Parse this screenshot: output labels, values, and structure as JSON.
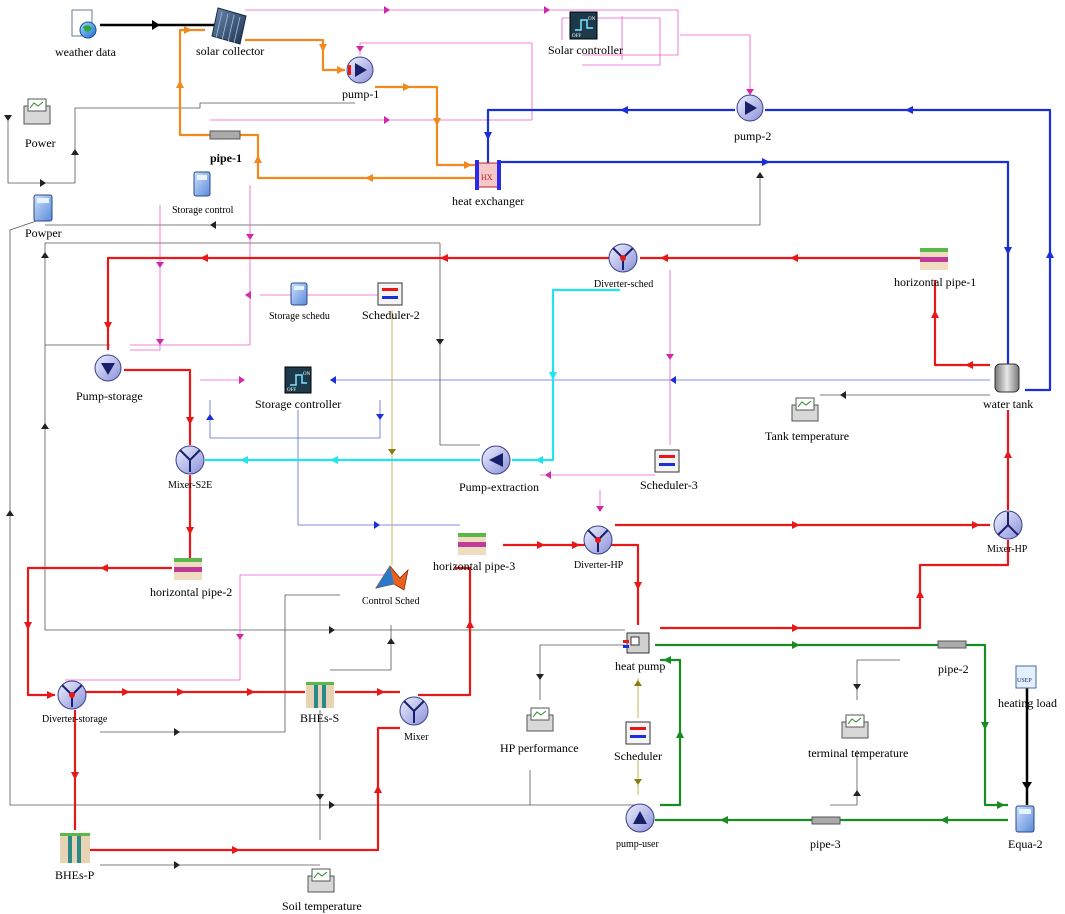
{
  "labels": {
    "weather_data": "weather data",
    "solar_collector": "solar collector",
    "solar_controller": "Solar controller",
    "pump_1": "pump-1",
    "pump_2": "pump-2",
    "power": "Power",
    "powper": "Powper",
    "pipe_1": "pipe-1",
    "heat_exchanger": "heat exchanger",
    "storage_control": "Storage control",
    "storage_schedu": "Storage schedu",
    "scheduler_2": "Scheduler-2",
    "diverter_sched": "Diverter-sched",
    "horizontal_pipe_1": "horizontal pipe-1",
    "pump_storage": "Pump-storage",
    "storage_controller": "Storage controller",
    "water_tank": "water tank",
    "tank_temperature": "Tank temperature",
    "mixer_s2e": "Mixer-S2E",
    "pump_extraction": "Pump-extraction",
    "scheduler_3": "Scheduler-3",
    "horizontal_pipe_3": "horizontal pipe-3",
    "diverter_hp": "Diverter-HP",
    "mixer_hp": "Mixer-HP",
    "horizontal_pipe_2": "horizontal pipe-2",
    "control_sched": "Control Sched",
    "heat_pump": "heat pump",
    "pipe_2": "pipe-2",
    "heating_load": "heating load",
    "diverter_storage": "Diverter-storage",
    "bhes_s": "BHEs-S",
    "mixer": "Mixer",
    "hp_performance": "HP performance",
    "scheduler": "Scheduler",
    "terminal_temperature": "terminal temperature",
    "bhes_p": "BHEs-P",
    "pump_user": "pump-user",
    "pipe_3": "pipe-3",
    "equa_2": "Equa-2",
    "soil_temperature": "Soil temperature"
  },
  "icon_text": {
    "hx": "HX",
    "on": "ON",
    "off": "OFF",
    "usep": "USEP"
  },
  "colors": {
    "solar_loop": "#f0891e",
    "tank_loop": "#1a2fd8",
    "heating_loop": "#e81818",
    "extraction_loop": "#22e4ee",
    "user_loop": "#1a8a22",
    "control_link": "#ee5ccc",
    "data_link": "#555555",
    "control_link_blue": "#5a6ad8",
    "scheduler_link": "#b8a830"
  }
}
